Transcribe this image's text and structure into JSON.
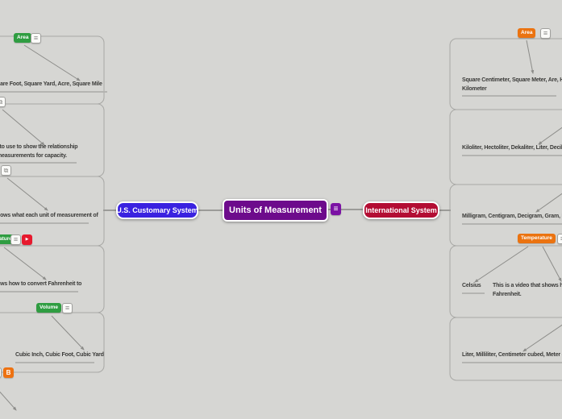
{
  "colors": {
    "canvas_bg": "#d6d6d3",
    "root_node": "#6d0b8c",
    "us_node": "#3a22e0",
    "intl_node": "#b30d33",
    "tag_green": "#2f9d41",
    "tag_orange": "#eb7310",
    "youtube_red": "#e7192d",
    "blogger_orange": "#ee7211"
  },
  "icon_glyphs": {
    "menu": "≡",
    "link": "⧉",
    "youtube_play": "▶",
    "blogger": "B"
  },
  "root": {
    "label": "Units of Measurement"
  },
  "left": {
    "label": "U.S. Customary System",
    "groups": [
      {
        "tag": "Area",
        "lines": [
          "uare Foot, Square Yard, Acre, Square Mile"
        ]
      },
      {
        "lines": [
          "l to use to show the relationship",
          "measurements for capacity."
        ]
      },
      {
        "lines": [
          "hows what each unit of measurement of"
        ]
      },
      {
        "tag": "Temperature",
        "lines": [
          "ows how to convert Fahrenheit to"
        ]
      },
      {
        "tag": "Volume",
        "lines": [
          "Cubic Inch, Cubic Foot, Cubic Yard"
        ]
      }
    ]
  },
  "right": {
    "label": "International System",
    "groups": [
      {
        "tag": "Area",
        "lines": [
          "Square Centimeter, Square Meter, Are, Hecta",
          "Kilometer"
        ]
      },
      {
        "lines": [
          "Kiloliter, Hectoliter, Dekaliter, Liter, Deciliter,"
        ]
      },
      {
        "lines": [
          "Milligram, Centigram, Decigram, Gram, Kilog"
        ]
      },
      {
        "tag": "Temperature",
        "children": [
          {
            "lines": [
              "Celsius"
            ]
          },
          {
            "lines": [
              "This is a video that shows how t",
              "Fahrenheit."
            ]
          }
        ]
      },
      {
        "lines": [
          "Liter, Milliliter, Centimeter cubed, Meter cube"
        ]
      }
    ]
  }
}
